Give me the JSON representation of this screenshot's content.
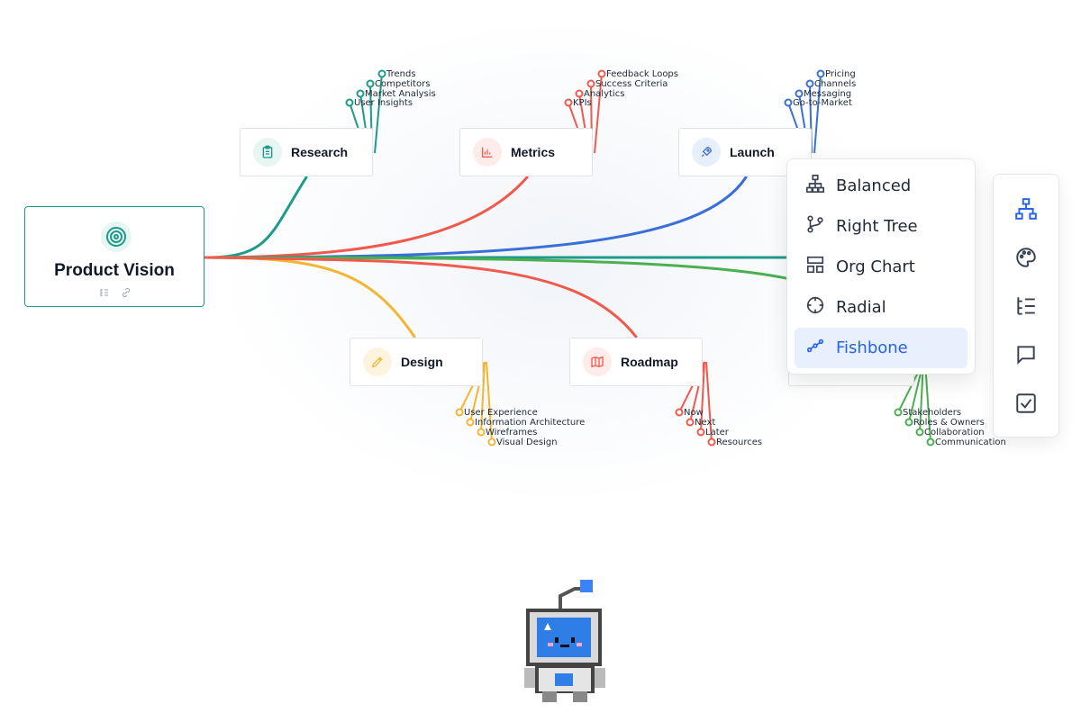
{
  "root": {
    "title": "Product Vision",
    "icons": [
      "target-icon",
      "outline-icon",
      "link-icon"
    ]
  },
  "branches": [
    {
      "id": "research",
      "label": "Research",
      "icon": "clipboard-icon",
      "color": "#1e9a8a",
      "leaves": [
        "Trends",
        "Competitors",
        "Market Analysis",
        "User Insights"
      ]
    },
    {
      "id": "metrics",
      "label": "Metrics",
      "icon": "bar-chart-icon",
      "color": "#ef5a4c",
      "leaves": [
        "Feedback Loops",
        "Success Criteria",
        "Analytics",
        "KPIs"
      ]
    },
    {
      "id": "launch",
      "label": "Launch",
      "icon": "rocket-icon",
      "color": "#3b6fd8",
      "leaves": [
        "Pricing",
        "Channels",
        "Messaging",
        "Go-to-Market"
      ]
    },
    {
      "id": "design",
      "label": "Design",
      "icon": "pencil-icon",
      "color": "#f2b632",
      "leaves": [
        "User Experience",
        "Information Architecture",
        "Wireframes",
        "Visual Design"
      ]
    },
    {
      "id": "roadmap",
      "label": "Roadmap",
      "icon": "map-icon",
      "color": "#ef5a4c",
      "leaves": [
        "Now",
        "Next",
        "Later",
        "Resources"
      ]
    },
    {
      "id": "team",
      "label": "",
      "icon": "",
      "color": "#4caf50",
      "leaves": [
        "Stakeholders",
        "Roles & Owners",
        "Collaboration",
        "Communication"
      ]
    }
  ],
  "layout_menu": {
    "items": [
      {
        "label": "Balanced",
        "icon": "hierarchy-icon"
      },
      {
        "label": "Right Tree",
        "icon": "git-branch-icon"
      },
      {
        "label": "Org Chart",
        "icon": "org-chart-icon"
      },
      {
        "label": "Radial",
        "icon": "radial-icon"
      },
      {
        "label": "Fishbone",
        "icon": "fishbone-icon"
      }
    ],
    "selected": "Fishbone"
  },
  "toolbar": {
    "tools": [
      "layout-icon",
      "palette-icon",
      "outline-icon",
      "comment-icon",
      "task-icon"
    ],
    "active": "layout-icon"
  },
  "colors": {
    "accent": "#2563eb",
    "teal": "#1e9a8a",
    "red": "#ef5a4c",
    "blue": "#3b6fd8",
    "yellow": "#f2b632",
    "green": "#4caf50"
  }
}
